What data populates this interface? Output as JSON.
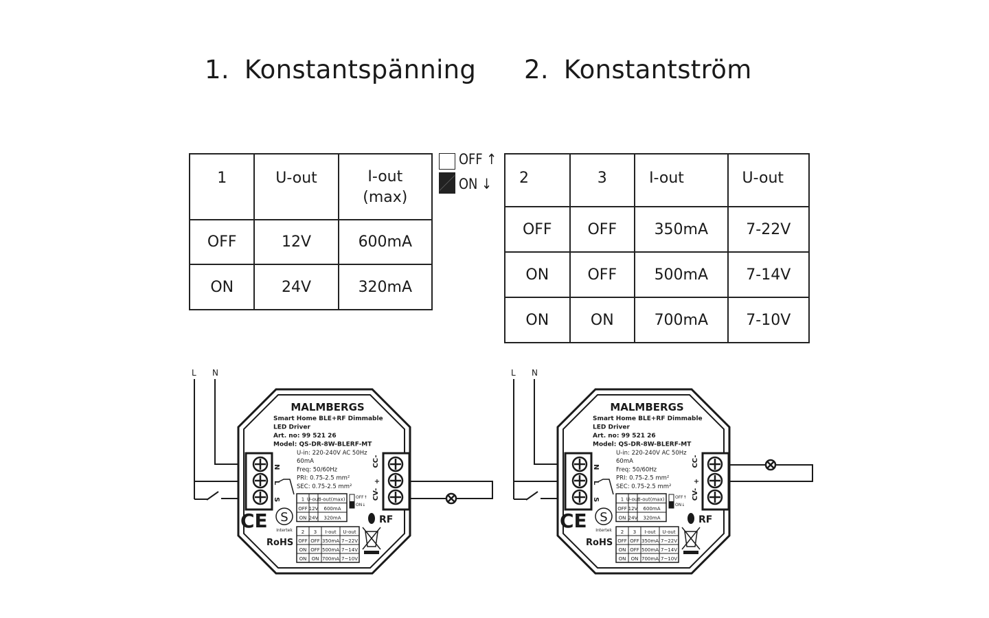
{
  "headings": [
    {
      "num": "1.",
      "text": "Konstantspänning"
    },
    {
      "num": "2.",
      "text": "Konstantström"
    }
  ],
  "table1": {
    "headers": [
      "1",
      "U-out",
      "I-out\n(max)"
    ],
    "rows": [
      [
        "OFF",
        "12V",
        "600mA"
      ],
      [
        "ON",
        "24V",
        "320mA"
      ]
    ]
  },
  "table2": {
    "headers": [
      "2",
      "3",
      "I-out",
      "U-out"
    ],
    "rows": [
      [
        "OFF",
        "OFF",
        "350mA",
        "7-22V"
      ],
      [
        "ON",
        "OFF",
        "500mA",
        "7-14V"
      ],
      [
        "ON",
        "ON",
        "700mA",
        "7-10V"
      ]
    ]
  },
  "switch_legend": {
    "off": "OFF ↑",
    "on": "ON ↓"
  },
  "device": {
    "wires": {
      "l": "L",
      "n": "N"
    },
    "brand": "MALMBERGS",
    "lines": [
      "Smart Home BLE+RF Dimmable",
      "LED Driver",
      "Art. no: 99 521 26",
      "Model: QS-DR-8W-BLERF-MT"
    ],
    "specs": [
      "U-in: 220-240V AC 50Hz",
      "60mA",
      "Freq: 50/60Hz",
      "PRI: 0.75-2.5 mm²",
      "SEC: 0.75-2.5 mm²"
    ],
    "left_terminals": [
      "N",
      "L",
      "S"
    ],
    "right_terminals": [
      "CC-",
      "+",
      "CV-"
    ],
    "mini_table1": [
      [
        "1",
        "U-out",
        "I-out(max)"
      ],
      [
        "OFF",
        "12V",
        "600mA"
      ],
      [
        "ON",
        "24V",
        "320mA"
      ]
    ],
    "mini_table2": [
      [
        "2",
        "3",
        "I-out",
        "U-out"
      ],
      [
        "OFF",
        "OFF",
        "350mA",
        "7~22V"
      ],
      [
        "ON",
        "OFF",
        "500mA",
        "7~14V"
      ],
      [
        "ON",
        "ON",
        "700mA",
        "7~10V"
      ]
    ],
    "mini_switch": {
      "off": "OFF↑",
      "on": "ON↓"
    },
    "ce": "CE",
    "cert": "Intertek",
    "rohs": "RoHS",
    "rf": "RF",
    "icons": [
      "bluetooth-icon",
      "weee-bin-icon",
      "lamp-icon",
      "switch-icon",
      "terminal-screw-icon"
    ]
  },
  "diagrams": [
    {
      "lamp_position": "CV-"
    },
    {
      "lamp_position": "CC-"
    }
  ]
}
